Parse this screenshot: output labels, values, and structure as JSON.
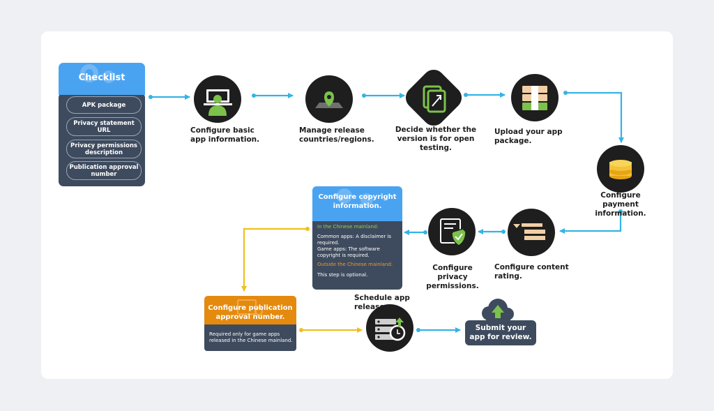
{
  "checklist": {
    "title": "Checklist",
    "items": [
      "APK package",
      "Privacy statement URL",
      "Privacy permissions description",
      "Publication approval number"
    ]
  },
  "steps": {
    "basic_info": "Configure basic app information.",
    "countries": "Manage release countries/regions.",
    "open_testing": "Decide whether the version is for open testing.",
    "upload": "Upload your app package.",
    "payment": "Configure payment information.",
    "content_rating": "Configure content rating.",
    "privacy": "Configure privacy permissions.",
    "schedule": "Schedule app release.",
    "submit": "Submit your app for review."
  },
  "copyright_box": {
    "title": "Configure copyright information.",
    "mainland_heading": "In the Chinese mainland:",
    "common_apps": "Common apps: A disclaimer is required.",
    "game_apps": "Game apps: The software copyright is required.",
    "outside_heading": "Outside the Chinese mainland:",
    "optional": "This step is optional."
  },
  "publication_box": {
    "title": "Configure publication approval number.",
    "note": "Required only for game apps released in the Chinese mainland."
  },
  "colors": {
    "blue_header": "#4aa3f1",
    "slate": "#3e4b5e",
    "orange": "#e48a0e",
    "arrow_blue": "#34b3e6",
    "arrow_yellow": "#f2bf1c",
    "icon_green": "#7cc14b",
    "circle": "#1e1e1e"
  },
  "icons": [
    "gear-icon",
    "presentation-board-icon",
    "map-pin-icon",
    "open-testing-icon",
    "app-package-icon",
    "coins-icon",
    "content-rating-icon",
    "privacy-shield-icon",
    "server-clock-icon",
    "cloud-upload-icon"
  ]
}
